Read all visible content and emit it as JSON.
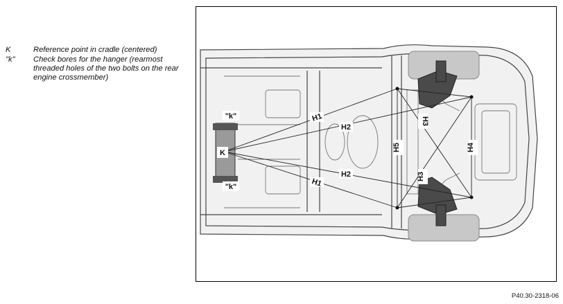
{
  "legend": [
    {
      "key": "K",
      "text": "Reference point in cradle (centered)"
    },
    {
      "key": "\"k\"",
      "text": "Check bores for the hanger (rearmost threaded holes of the two bolts on the rear engine crossmember)"
    }
  ],
  "diagram": {
    "labels": {
      "K": "K",
      "k_top": "\"k\"",
      "k_bottom": "\"k\"",
      "H1_top": "H1",
      "H1_bottom": "H1",
      "H2_top": "H2",
      "H2_bottom": "H2",
      "H3_top": "H3",
      "H3_bottom": "H3",
      "H4": "H4",
      "H5": "H5"
    }
  },
  "reference_code": "P40.30-2318-06"
}
